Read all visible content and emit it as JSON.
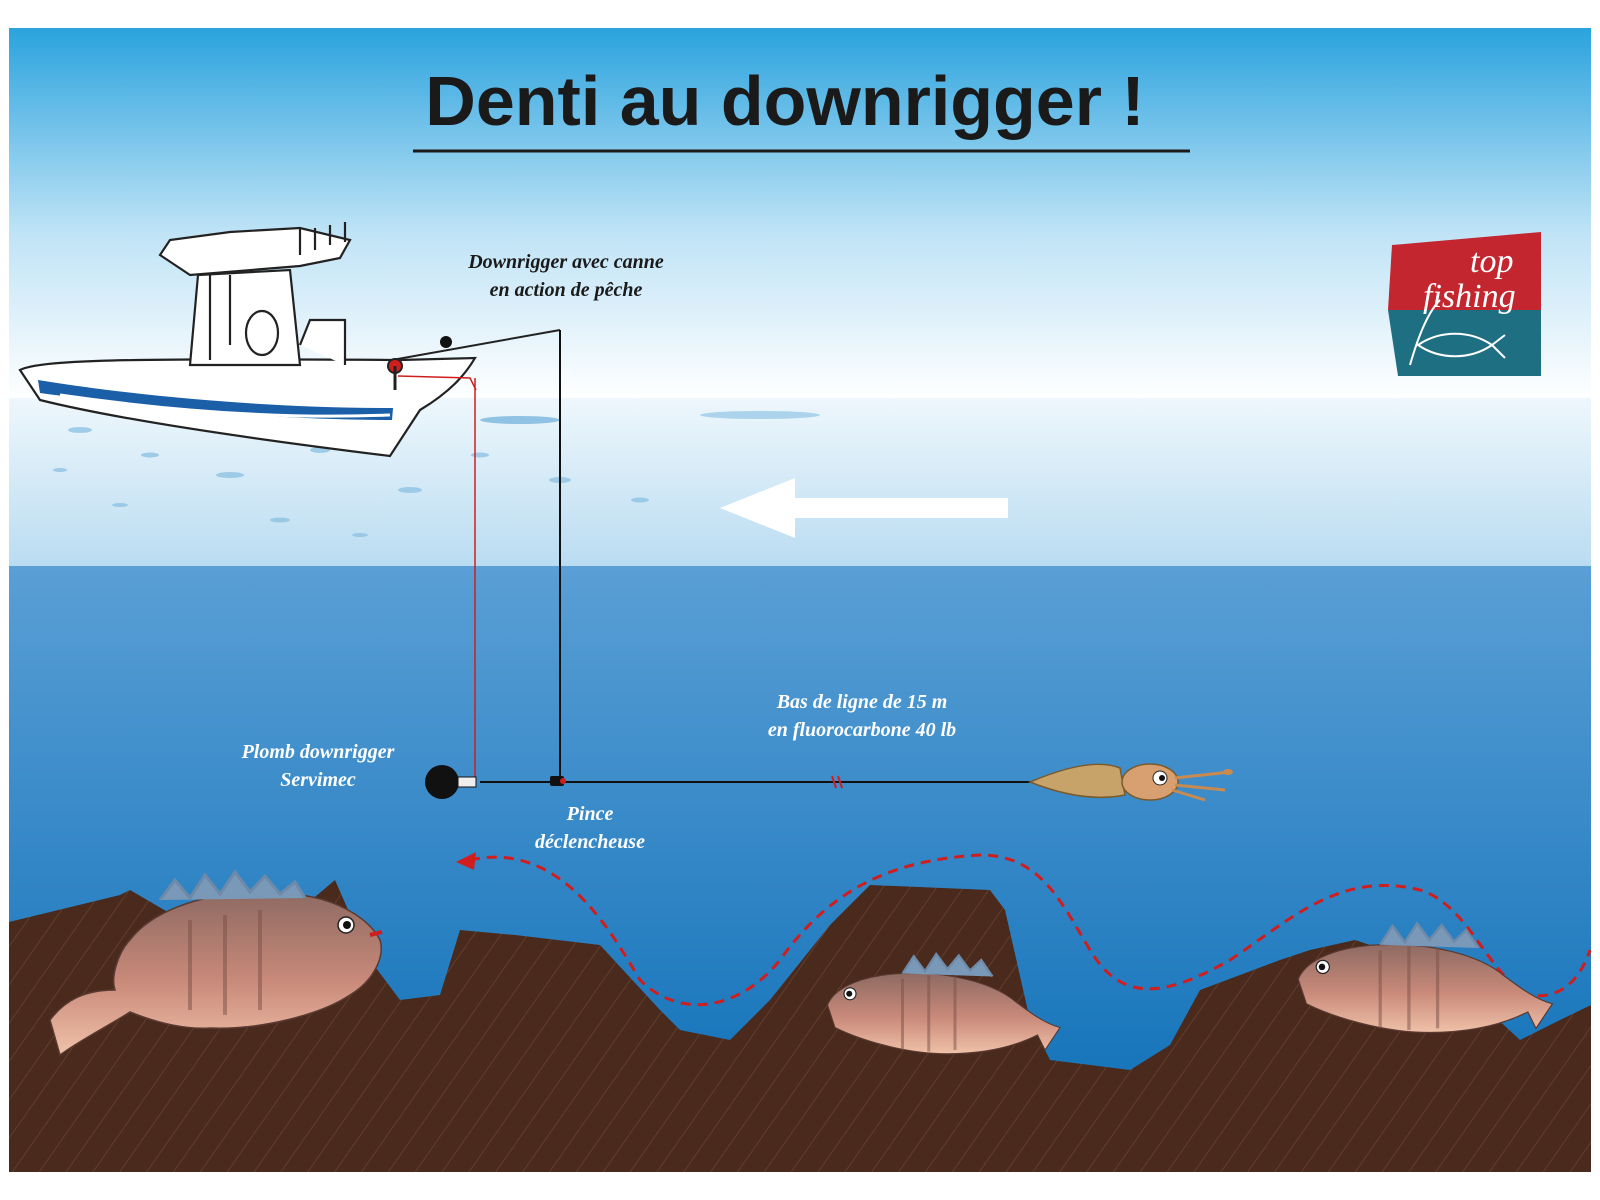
{
  "title": "Denti au downrigger !",
  "logo": {
    "line1": "top",
    "line2": "fishing"
  },
  "labels": {
    "downrigger_line1": "Downrigger avec canne",
    "downrigger_line2": "en action de pêche",
    "plomb_line1": "Plomb downrigger",
    "plomb_line2": "Servimec",
    "pince_line1": "Pince",
    "pince_line2": "déclencheuse",
    "bas_line1": "Bas de ligne de 15 m",
    "bas_line2": "en fluorocarbone 40 lb"
  },
  "colors": {
    "sky_top": "#2aa3de",
    "sky_bottom": "#ffffff",
    "water_top": "#5a9fd6",
    "water_bottom": "#0a6db5",
    "seabed": "#4a2a1c",
    "line_red": "#d01e1e",
    "logo_red": "#c3262e",
    "logo_teal": "#1f6f82"
  },
  "icons": [
    "boat-icon",
    "arrow-left-icon",
    "downrigger-weight-icon",
    "release-clip-icon",
    "squid-lure-icon",
    "fish-icon"
  ]
}
